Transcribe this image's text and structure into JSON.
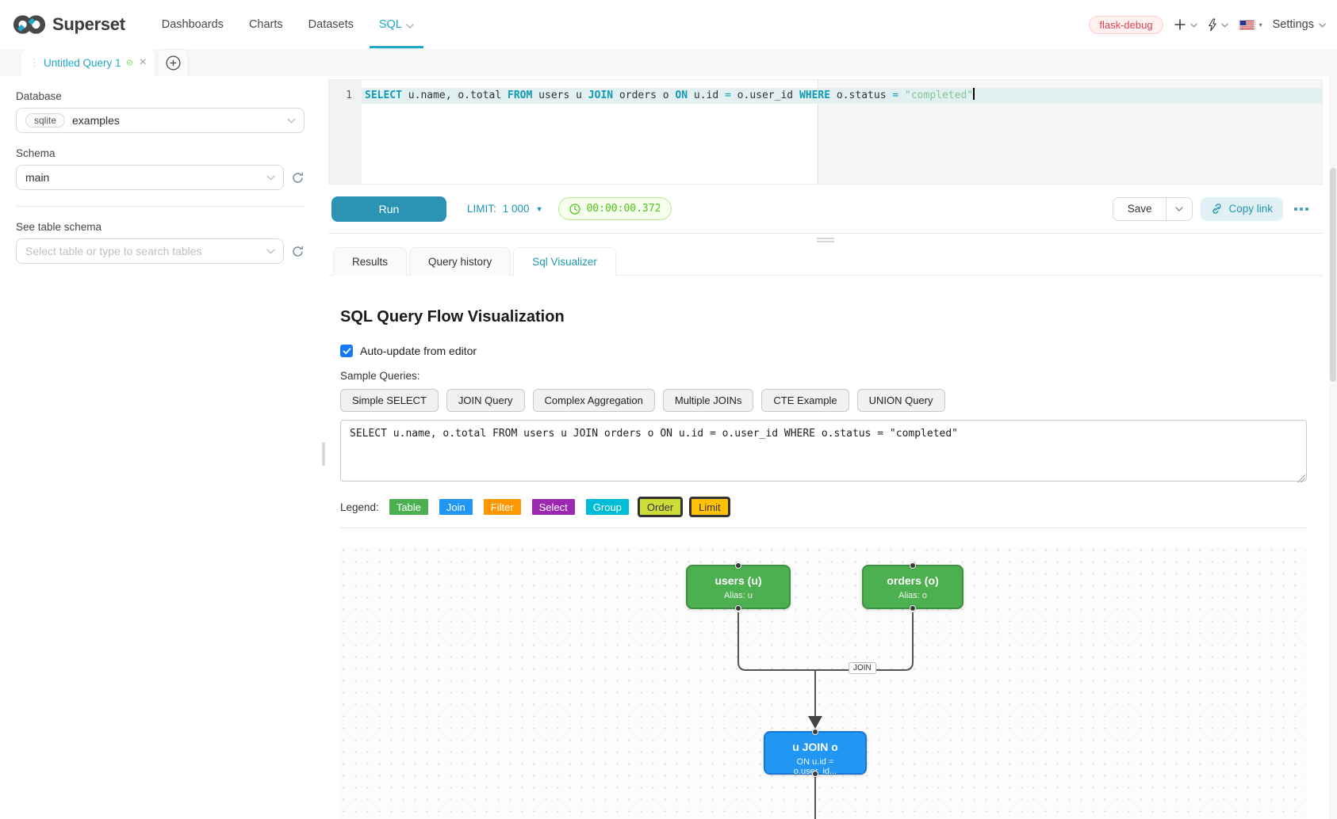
{
  "nav": {
    "brand": "Superset",
    "items": [
      "Dashboards",
      "Charts",
      "Datasets",
      "SQL"
    ],
    "active_item": "SQL",
    "env_badge": "flask-debug",
    "settings_label": "Settings",
    "accent_color": "#1fa8c9"
  },
  "tabs_bar": {
    "tab_title": "Untitled Query 1"
  },
  "sidebar": {
    "database_label": "Database",
    "database_engine": "sqlite",
    "database_name": "examples",
    "schema_label": "Schema",
    "schema_value": "main",
    "table_label": "See table schema",
    "table_placeholder": "Select table or type to search tables"
  },
  "editor": {
    "line_number": "1",
    "tokens": [
      {
        "type": "keyword",
        "text": "SELECT"
      },
      {
        "type": "plain",
        "text": " u.name, o.total "
      },
      {
        "type": "keyword",
        "text": "FROM"
      },
      {
        "type": "plain",
        "text": " users u "
      },
      {
        "type": "keyword",
        "text": "JOIN"
      },
      {
        "type": "plain",
        "text": " orders o "
      },
      {
        "type": "keyword",
        "text": "ON"
      },
      {
        "type": "plain",
        "text": " u.id "
      },
      {
        "type": "operator",
        "text": "="
      },
      {
        "type": "plain",
        "text": " o.user_id "
      },
      {
        "type": "keyword",
        "text": "WHERE"
      },
      {
        "type": "plain",
        "text": " o.status "
      },
      {
        "type": "operator",
        "text": "="
      },
      {
        "type": "string",
        "text": " \"completed\""
      }
    ]
  },
  "toolbar": {
    "run_label": "Run",
    "limit_label": "LIMIT:",
    "limit_value": "1 000",
    "timer": "00:00:00.372",
    "timer_color": "#52c41a",
    "save_label": "Save",
    "copy_link_label": "Copy link"
  },
  "south_tabs": {
    "tabs": [
      "Results",
      "Query history",
      "Sql Visualizer"
    ],
    "active": "Sql Visualizer"
  },
  "visualizer": {
    "title": "SQL Query Flow Visualization",
    "auto_update_label": "Auto-update from editor",
    "auto_update_checked": true,
    "sample_queries_label": "Sample Queries:",
    "sample_buttons": [
      "Simple SELECT",
      "JOIN Query",
      "Complex Aggregation",
      "Multiple JOINs",
      "CTE Example",
      "UNION Query"
    ],
    "query_text": "SELECT u.name, o.total FROM users u JOIN orders o ON u.id = o.user_id WHERE o.status = \"completed\"",
    "legend_label": "Legend:",
    "legend": [
      {
        "label": "Table",
        "bg": "#4caf50",
        "fg": "#ffffff"
      },
      {
        "label": "Join",
        "bg": "#2196f3",
        "fg": "#ffffff"
      },
      {
        "label": "Filter",
        "bg": "#ff9800",
        "fg": "#ffffff"
      },
      {
        "label": "Select",
        "bg": "#9c27b0",
        "fg": "#ffffff"
      },
      {
        "label": "Group",
        "bg": "#00bcd4",
        "fg": "#ffffff"
      },
      {
        "label": "Order",
        "bg": "#cddc39",
        "fg": "#333333"
      },
      {
        "label": "Limit",
        "bg": "#ffc107",
        "fg": "#333333"
      }
    ],
    "flow": {
      "nodes": [
        {
          "title": "users (u)",
          "subtitle": "Alias: u",
          "bg": "#4caf50",
          "border": "#3d9142"
        },
        {
          "title": "orders (o)",
          "subtitle": "Alias: o",
          "bg": "#4caf50",
          "border": "#3d9142"
        },
        {
          "title": "u JOIN o",
          "subtitle": "ON u.id = o.user_id...",
          "bg": "#2196f3",
          "border": "#1976d2"
        }
      ],
      "edge_label": "JOIN"
    }
  }
}
